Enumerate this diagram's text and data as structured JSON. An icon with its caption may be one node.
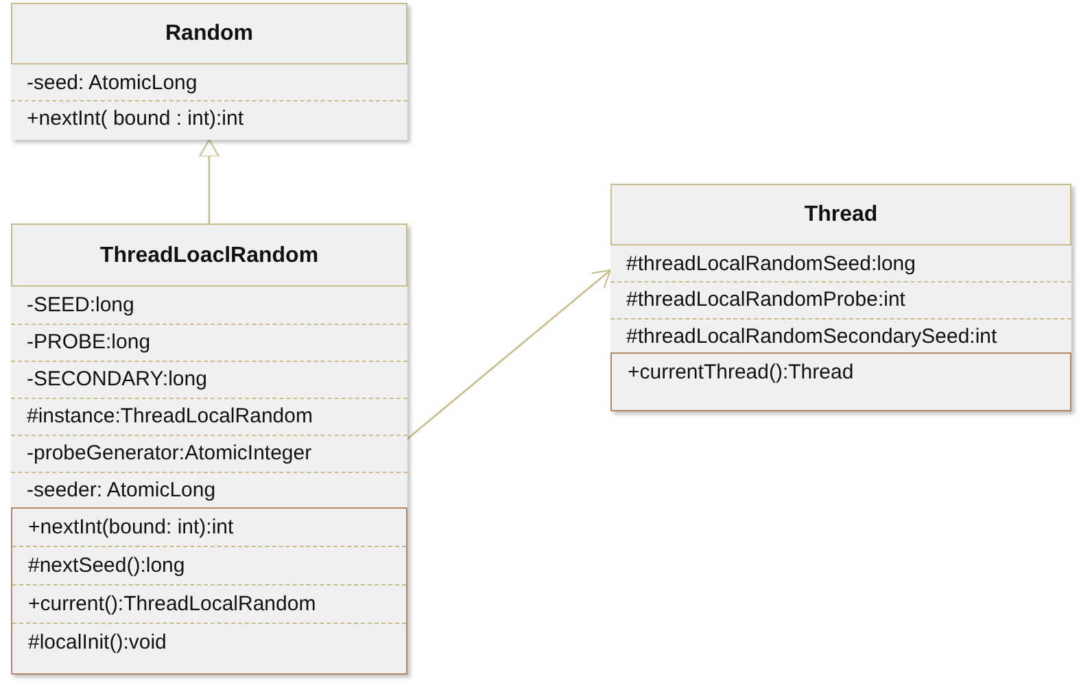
{
  "diagram": {
    "nodes": [
      {
        "text": [
          "Random"
        ]
      },
      {
        "text": [
          "-seed: AtomicLong",
          "+nextInt( bound : int):int"
        ],
        "in": 0
      },
      {
        "text": [
          "ThreadLoaclRandom"
        ]
      },
      {
        "text": [
          "-SEED:long",
          "-PROBE:long",
          "-SECONDARY:long",
          "#instance:ThreadLocalRandom",
          "-probeGenerator:AtomicInteger",
          "-seeder: AtomicLong"
        ],
        "in": 2
      },
      {
        "text": [
          "+nextInt(bound: int):int",
          "#nextSeed():long",
          "+current():ThreadLocalRandom",
          "#localInit():void"
        ],
        "in": 2
      },
      {
        "text": [
          "Thread"
        ]
      },
      {
        "text": [
          "#threadLocalRandomSeed:long",
          "#threadLocalRandomProbe:int",
          "#threadLocalRandomSecondarySeed:int"
        ],
        "in": 5
      },
      {
        "text": [
          "+currentThread():Thread"
        ],
        "in": 5
      }
    ],
    "edges": [
      {
        "from": 2,
        "to": 0,
        "arrow": "to"
      },
      {
        "from": 2,
        "to": 5,
        "arrow": "to"
      }
    ]
  }
}
